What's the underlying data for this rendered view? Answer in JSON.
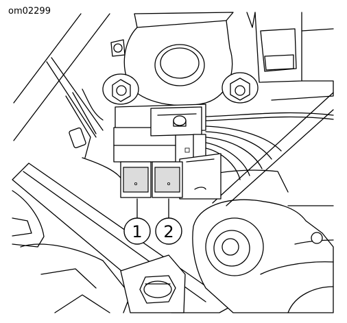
{
  "figure_code": "om02299",
  "callouts": [
    {
      "number": "1"
    },
    {
      "number": "2"
    }
  ]
}
